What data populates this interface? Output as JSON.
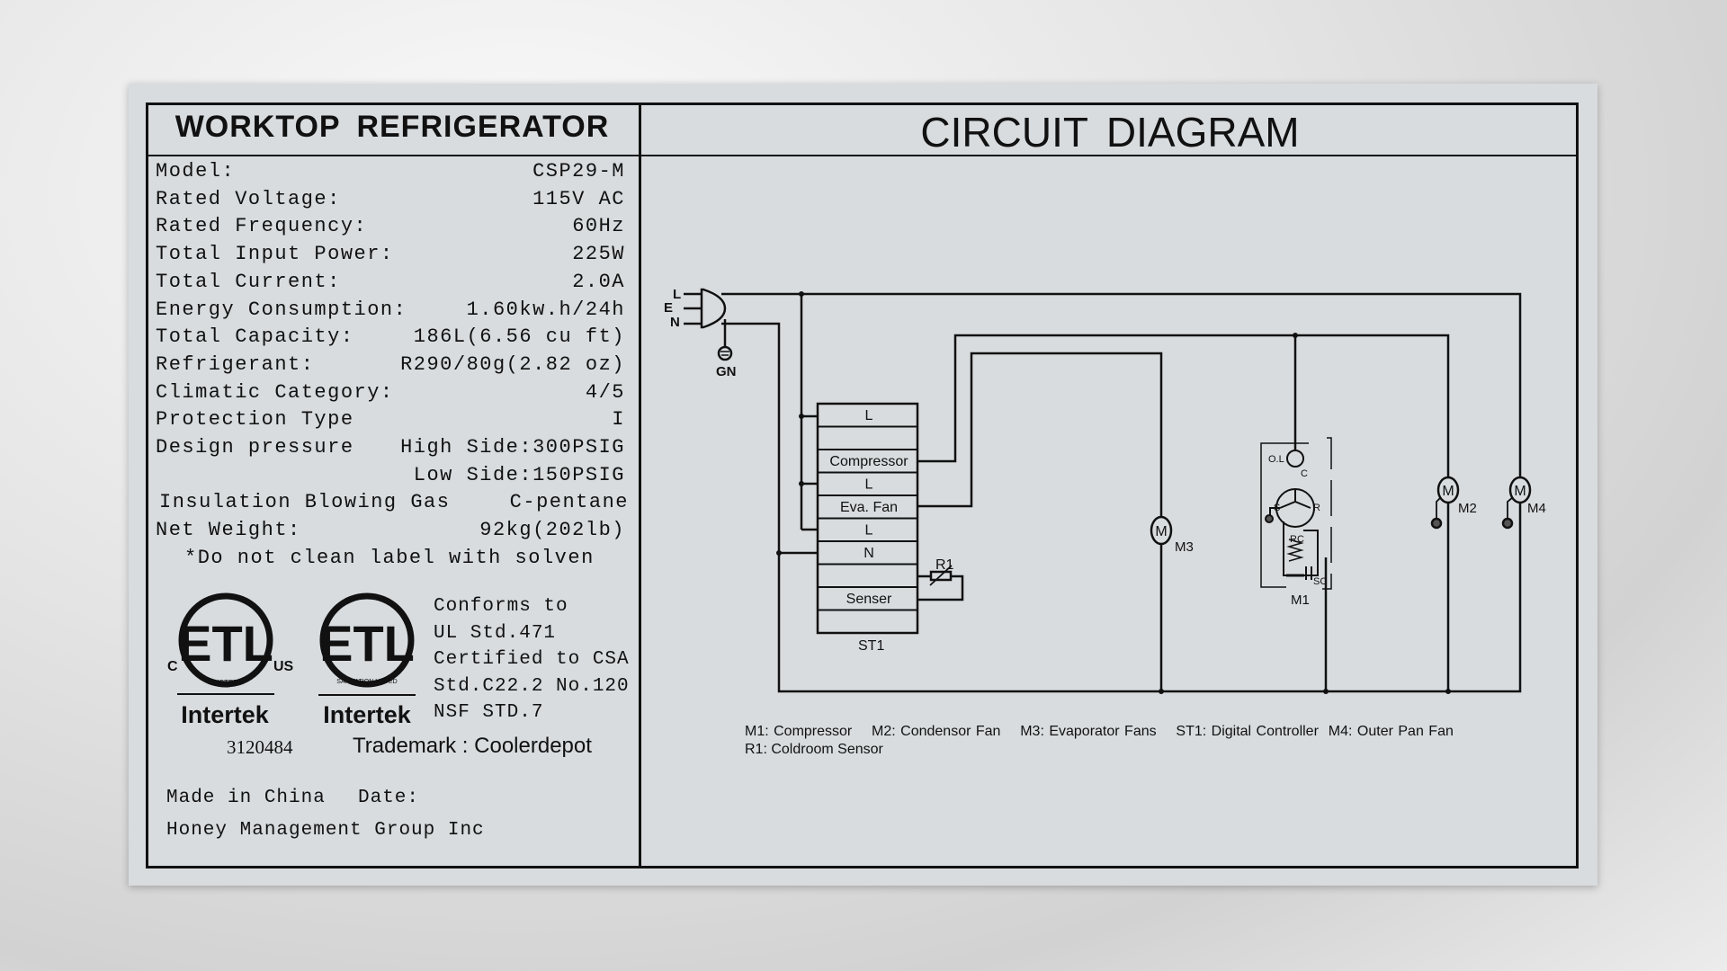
{
  "left_panel": {
    "title": "WORKTOP REFRIGERATOR",
    "specs": [
      {
        "label": "Model:",
        "value": "CSP29-M"
      },
      {
        "label": "Rated Voltage:",
        "value": "115V AC"
      },
      {
        "label": "Rated Frequency:",
        "value": "60Hz"
      },
      {
        "label": "Total Input Power:",
        "value": "225W"
      },
      {
        "label": "Total Current:",
        "value": "2.0A"
      },
      {
        "label": "Energy Consumption:",
        "value": "1.60kw.h/24h"
      },
      {
        "label": "Total Capacity:",
        "value": "186L(6.56 cu ft)"
      },
      {
        "label": "Refrigerant:",
        "value": "R290/80g(2.82 oz)"
      },
      {
        "label": "Climatic Category:",
        "value": "4/5"
      },
      {
        "label": "Protection Type",
        "value": "I"
      },
      {
        "label": "Design pressure",
        "value": "High Side:300PSIG"
      },
      {
        "label": "",
        "value": "Low Side:150PSIG"
      },
      {
        "label": "Insulation Blowing Gas",
        "value": "C-pentane"
      },
      {
        "label": "Net Weight:",
        "value": "92kg(202lb)"
      }
    ],
    "warning": "*Do not clean label with solven",
    "cert": {
      "logo1_text": "ETL",
      "logo1_sub": "LISTED",
      "logo1_c": "C",
      "logo1_us": "US",
      "logo1_brand": "Intertek",
      "logo2_text": "ETL",
      "logo2_sub": "SANITATION LISTED",
      "logo2_brand": "Intertek",
      "conforms": [
        "Conforms to",
        "UL Std.471",
        "Certified to CSA",
        "Std.C22.2 No.120",
        "NSF STD.7"
      ],
      "number": "3120484",
      "trademark": "Trademark : Coolerdepot"
    },
    "made_in": "Made in China",
    "date_label": "Date:",
    "company": "Honey Management Group Inc"
  },
  "right_panel": {
    "title": "CIRCUIT DIAGRAM",
    "plug": {
      "l": "L",
      "e": "E",
      "n": "N",
      "ground": "GN"
    },
    "st1_rows": [
      "L",
      "",
      "Compressor",
      "L",
      "Eva. Fan",
      "L",
      "N",
      "",
      "Senser",
      ""
    ],
    "st1_label": "ST1",
    "r1": "R1",
    "m1": "M1",
    "m2": "M2",
    "m3": "M3",
    "m4": "M4",
    "motor_symbol": "M",
    "m1_parts": {
      "ol": "O.L",
      "c": "C",
      "s": "S",
      "r": "R",
      "rc": "RC",
      "sc": "SC"
    },
    "legend": [
      "M1: Compressor",
      "M2: Condensor Fan",
      "M3: Evaporator Fans",
      "ST1: Digital Controller",
      "M4: Outer Pan Fan"
    ],
    "legend2": "R1: Coldroom Sensor"
  }
}
